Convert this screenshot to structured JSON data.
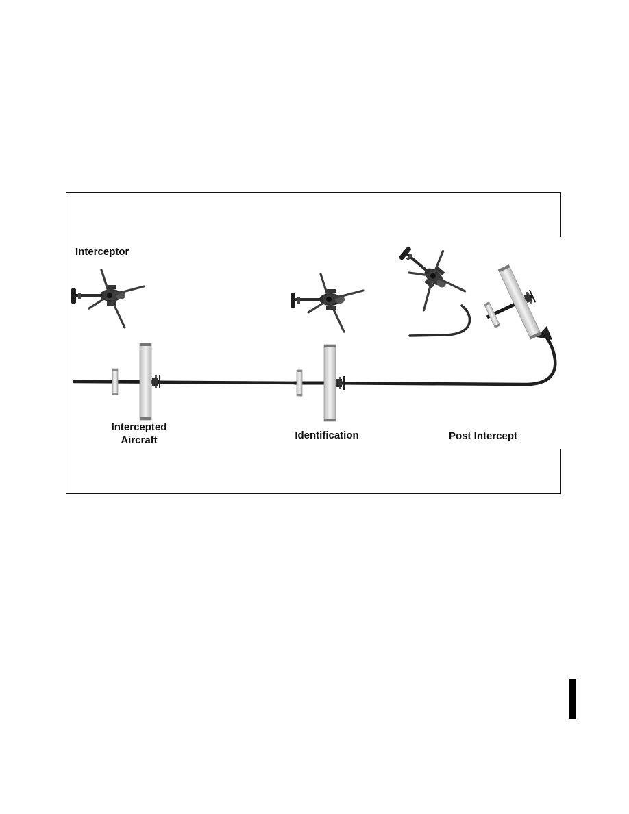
{
  "figure": {
    "labels": {
      "interceptor": "Interceptor",
      "intercepted_aircraft": "Intercepted\nAircraft",
      "identification": "Identification",
      "post_intercept": "Post Intercept"
    }
  },
  "colors": {
    "path": "#1f1f1f",
    "helicopter": "#2b2b2b",
    "aircraft_wing": "#d6d6d6",
    "aircraft_body": "#1a1a1a"
  },
  "icons": [
    "helicopter-icon",
    "airplane-icon",
    "arrowhead-icon"
  ]
}
